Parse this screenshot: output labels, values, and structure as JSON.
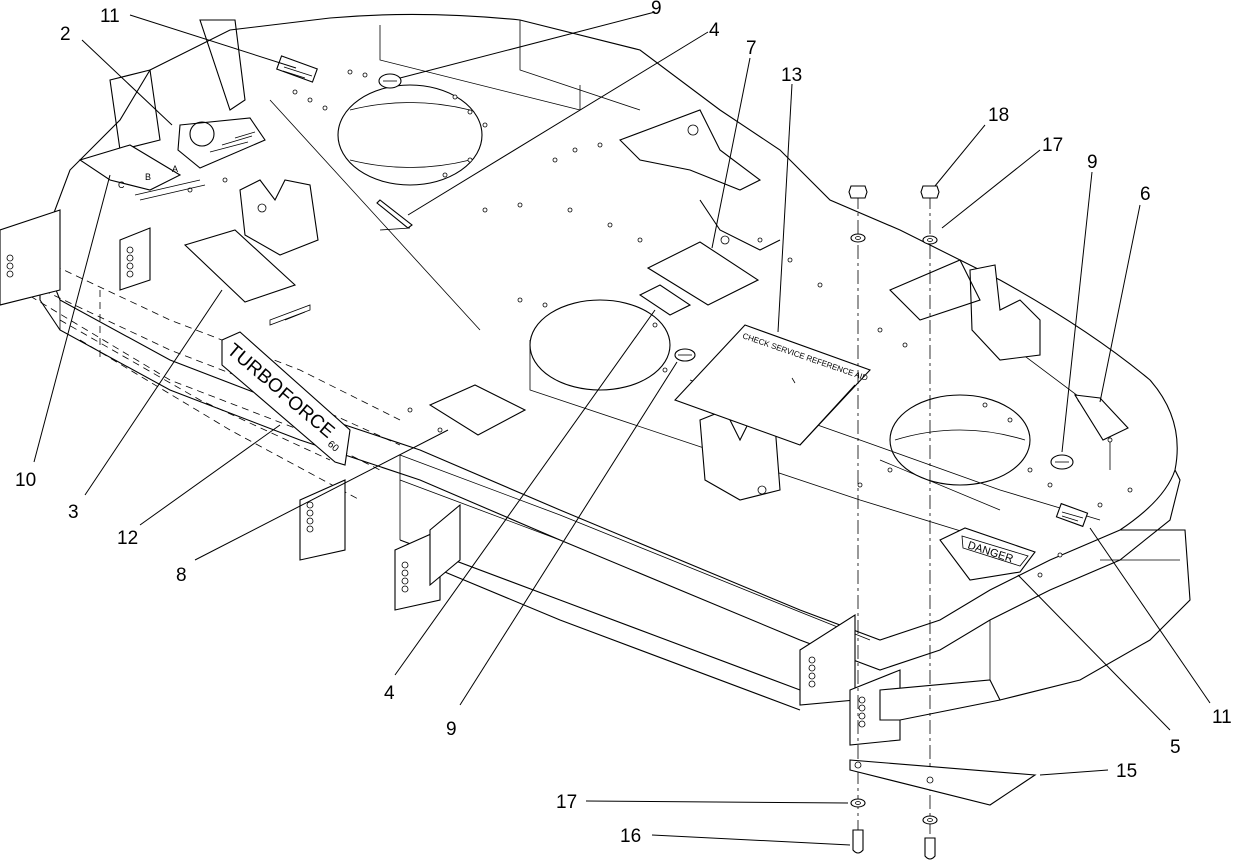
{
  "decals": {
    "turbo_force_line1": "TURBO",
    "turbo_force_line2": "FORCE",
    "turbo_force_size": "60",
    "danger": "DANGER",
    "service_reference": "CHECK SERVICE REFERENCE AID",
    "guide_a": "A",
    "guide_b": "B",
    "guide_c": "C"
  },
  "callouts": [
    {
      "id": "c11a",
      "label": "11"
    },
    {
      "id": "c9a",
      "label": "9"
    },
    {
      "id": "c4a",
      "label": "4"
    },
    {
      "id": "c7",
      "label": "7"
    },
    {
      "id": "c13",
      "label": "13"
    },
    {
      "id": "c2",
      "label": "2"
    },
    {
      "id": "c18",
      "label": "18"
    },
    {
      "id": "c17a",
      "label": "17"
    },
    {
      "id": "c9b",
      "label": "9"
    },
    {
      "id": "c6",
      "label": "6"
    },
    {
      "id": "c10",
      "label": "10"
    },
    {
      "id": "c3",
      "label": "3"
    },
    {
      "id": "c12",
      "label": "12"
    },
    {
      "id": "c8",
      "label": "8"
    },
    {
      "id": "c4b",
      "label": "4"
    },
    {
      "id": "c9c",
      "label": "9"
    },
    {
      "id": "c5",
      "label": "5"
    },
    {
      "id": "c11b",
      "label": "11"
    },
    {
      "id": "c15",
      "label": "15"
    },
    {
      "id": "c17b",
      "label": "17"
    },
    {
      "id": "c16",
      "label": "16"
    }
  ]
}
